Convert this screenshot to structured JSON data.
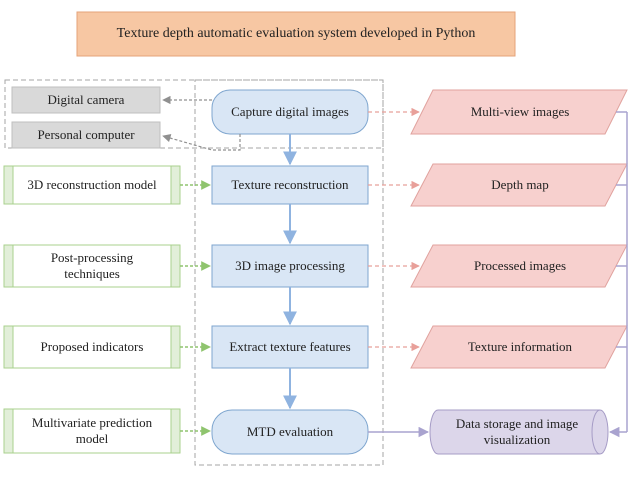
{
  "colors": {
    "title_fill": "#f7c7a3",
    "title_stroke": "#e5a37a",
    "gray_fill": "#d9d9d9",
    "gray_stroke": "#bfbfbf",
    "green_fill": "#ffffff",
    "green_stroke": "#a9d18e",
    "green_bar": "#e2efd9",
    "blue_fill": "#d9e6f5",
    "blue_stroke": "#7fa6cf",
    "pink_fill": "#f7d0ce",
    "pink_stroke": "#e0a29e",
    "purple_fill": "#dcd6ea",
    "purple_stroke": "#a69cc6",
    "blue_arrow": "#8fb3e0",
    "pink_arrow": "#e8a09a",
    "green_arrow": "#8fc46e",
    "gray_arrow": "#909090",
    "purple_line": "#a9a3cf",
    "dash_box": "#a6a6a6"
  },
  "title": "Texture depth automatic evaluation system developed in Python",
  "hardware": [
    {
      "id": "camera",
      "label": "Digital camera"
    },
    {
      "id": "computer",
      "label": "Personal computer"
    }
  ],
  "inputs": [
    {
      "id": "recon-model",
      "label": "3D reconstruction model"
    },
    {
      "id": "postproc",
      "label": "Post-processing techniques"
    },
    {
      "id": "indicators",
      "label": "Proposed indicators"
    },
    {
      "id": "predmodel",
      "label": "Multivariate prediction model"
    }
  ],
  "steps": [
    {
      "id": "capture",
      "label": "Capture digital images"
    },
    {
      "id": "recon",
      "label": "Texture reconstruction"
    },
    {
      "id": "proc3d",
      "label": "3D image processing"
    },
    {
      "id": "extract",
      "label": "Extract texture features"
    },
    {
      "id": "mtd",
      "label": "MTD evaluation"
    }
  ],
  "outputs": [
    {
      "id": "multiview",
      "label": "Multi-view images"
    },
    {
      "id": "depthmap",
      "label": "Depth map"
    },
    {
      "id": "processed",
      "label": "Processed images"
    },
    {
      "id": "texinfo",
      "label": "Texture information"
    }
  ],
  "storage": {
    "label": "Data storage and image visualization"
  }
}
